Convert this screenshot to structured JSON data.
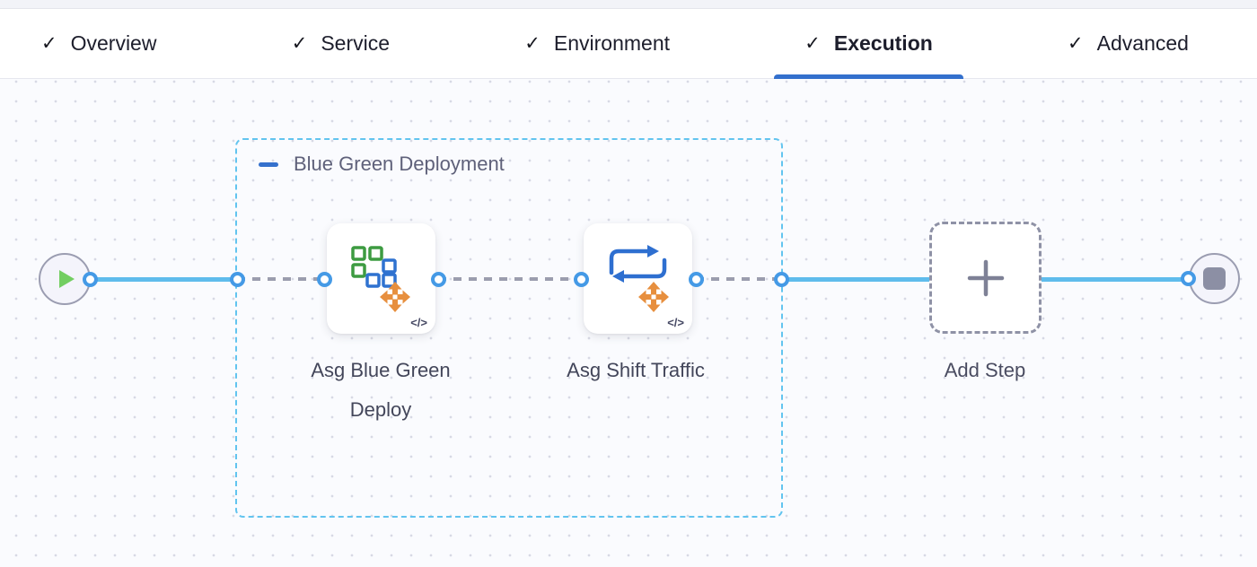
{
  "tabs": {
    "check_glyph": "✓",
    "active_tab": "Execution",
    "items": [
      {
        "label": "Overview",
        "state": "completed"
      },
      {
        "label": "Service",
        "state": "completed"
      },
      {
        "label": "Environment",
        "state": "completed"
      },
      {
        "label": "Execution",
        "state": "active"
      },
      {
        "label": "Advanced",
        "state": "completed"
      }
    ]
  },
  "pipeline": {
    "group": {
      "label": "Blue Green Deployment",
      "collapse_icon": "minus-icon"
    },
    "steps": [
      {
        "name": "Asg Blue Green Deploy",
        "badge": "</>",
        "icon": "asg-blue-green-deploy-icon"
      },
      {
        "name": "Asg Shift Traffic",
        "badge": "</>",
        "icon": "asg-shift-traffic-icon"
      }
    ],
    "add_step_label": "Add Step",
    "start_icon": "play-icon",
    "end_icon": "stop-icon"
  },
  "colors": {
    "active_tab_underline": "#3370cd",
    "connector_solid": "#5fbcec",
    "connector_dashed": "#9b9dae",
    "port_ring": "#459ae6",
    "group_border": "#62c4ef",
    "collapse_minus": "#3571cd",
    "play_icon": "#72ce61",
    "stop_icon": "#8c8fa4",
    "step_icon_green": "#3d9b41",
    "step_icon_blue": "#2f72d0",
    "step_icon_orange": "#e78f3e"
  }
}
